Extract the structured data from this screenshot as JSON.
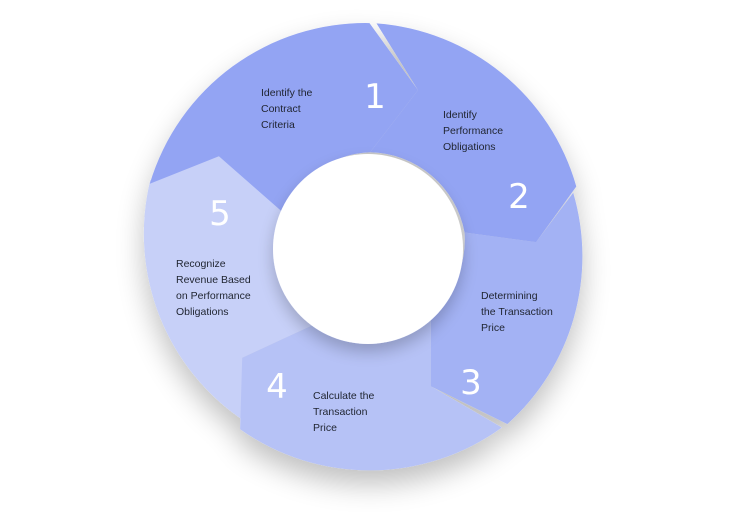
{
  "steps": [
    {
      "number": "1",
      "label_lines": [
        "Identify the",
        "Contract",
        "Criteria"
      ],
      "color": "#93a4f3"
    },
    {
      "number": "2",
      "label_lines": [
        "Identify",
        "Performance",
        "Obligations"
      ],
      "color": "#93a4f3"
    },
    {
      "number": "3",
      "label_lines": [
        "Determining",
        "the Transaction",
        "Price"
      ],
      "color": "#a3b2f4"
    },
    {
      "number": "4",
      "label_lines": [
        "Calculate the",
        "Transaction",
        "Price"
      ],
      "color": "#b6c2f6"
    },
    {
      "number": "5",
      "label_lines": [
        "Recognize",
        "Revenue Based",
        "on Performance",
        "Obligations"
      ],
      "color": "#c7d0f8"
    }
  ],
  "colors": {
    "background": "#ffffff",
    "gap": "#ffffff",
    "number_text": "#ffffff",
    "label_text": "#1f2430"
  }
}
